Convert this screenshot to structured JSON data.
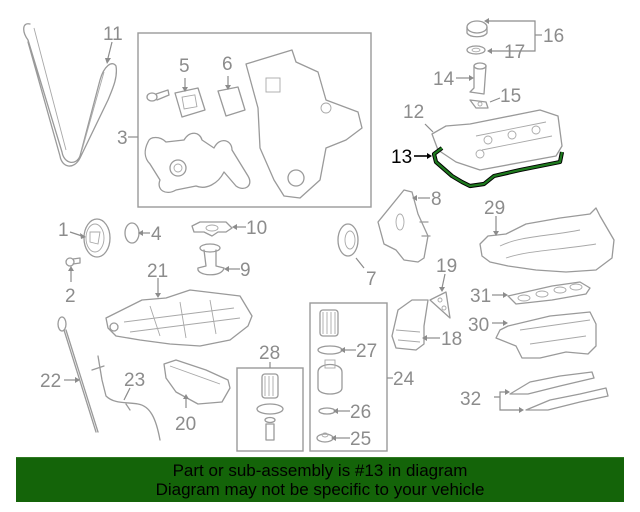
{
  "diagram": {
    "highlighted_part": "13",
    "highlight_color": "#1e7a1e",
    "labels": {
      "p1": "1",
      "p2": "2",
      "p3": "3",
      "p4": "4",
      "p5": "5",
      "p6": "6",
      "p7": "7",
      "p8": "8",
      "p9": "9",
      "p10": "10",
      "p11": "11",
      "p12": "12",
      "p13": "13",
      "p14": "14",
      "p15": "15",
      "p16": "16",
      "p17": "17",
      "p18": "18",
      "p19": "19",
      "p20": "20",
      "p21": "21",
      "p22": "22",
      "p23": "23",
      "p24": "24",
      "p25": "25",
      "p26": "26",
      "p27": "27",
      "p28": "28",
      "p29": "29",
      "p30": "30",
      "p31": "31",
      "p32": "32"
    }
  },
  "banner": {
    "background": "#146409",
    "line1": "Part or sub-assembly is #13 in diagram",
    "line2": "Diagram may not be specific to your vehicle"
  }
}
